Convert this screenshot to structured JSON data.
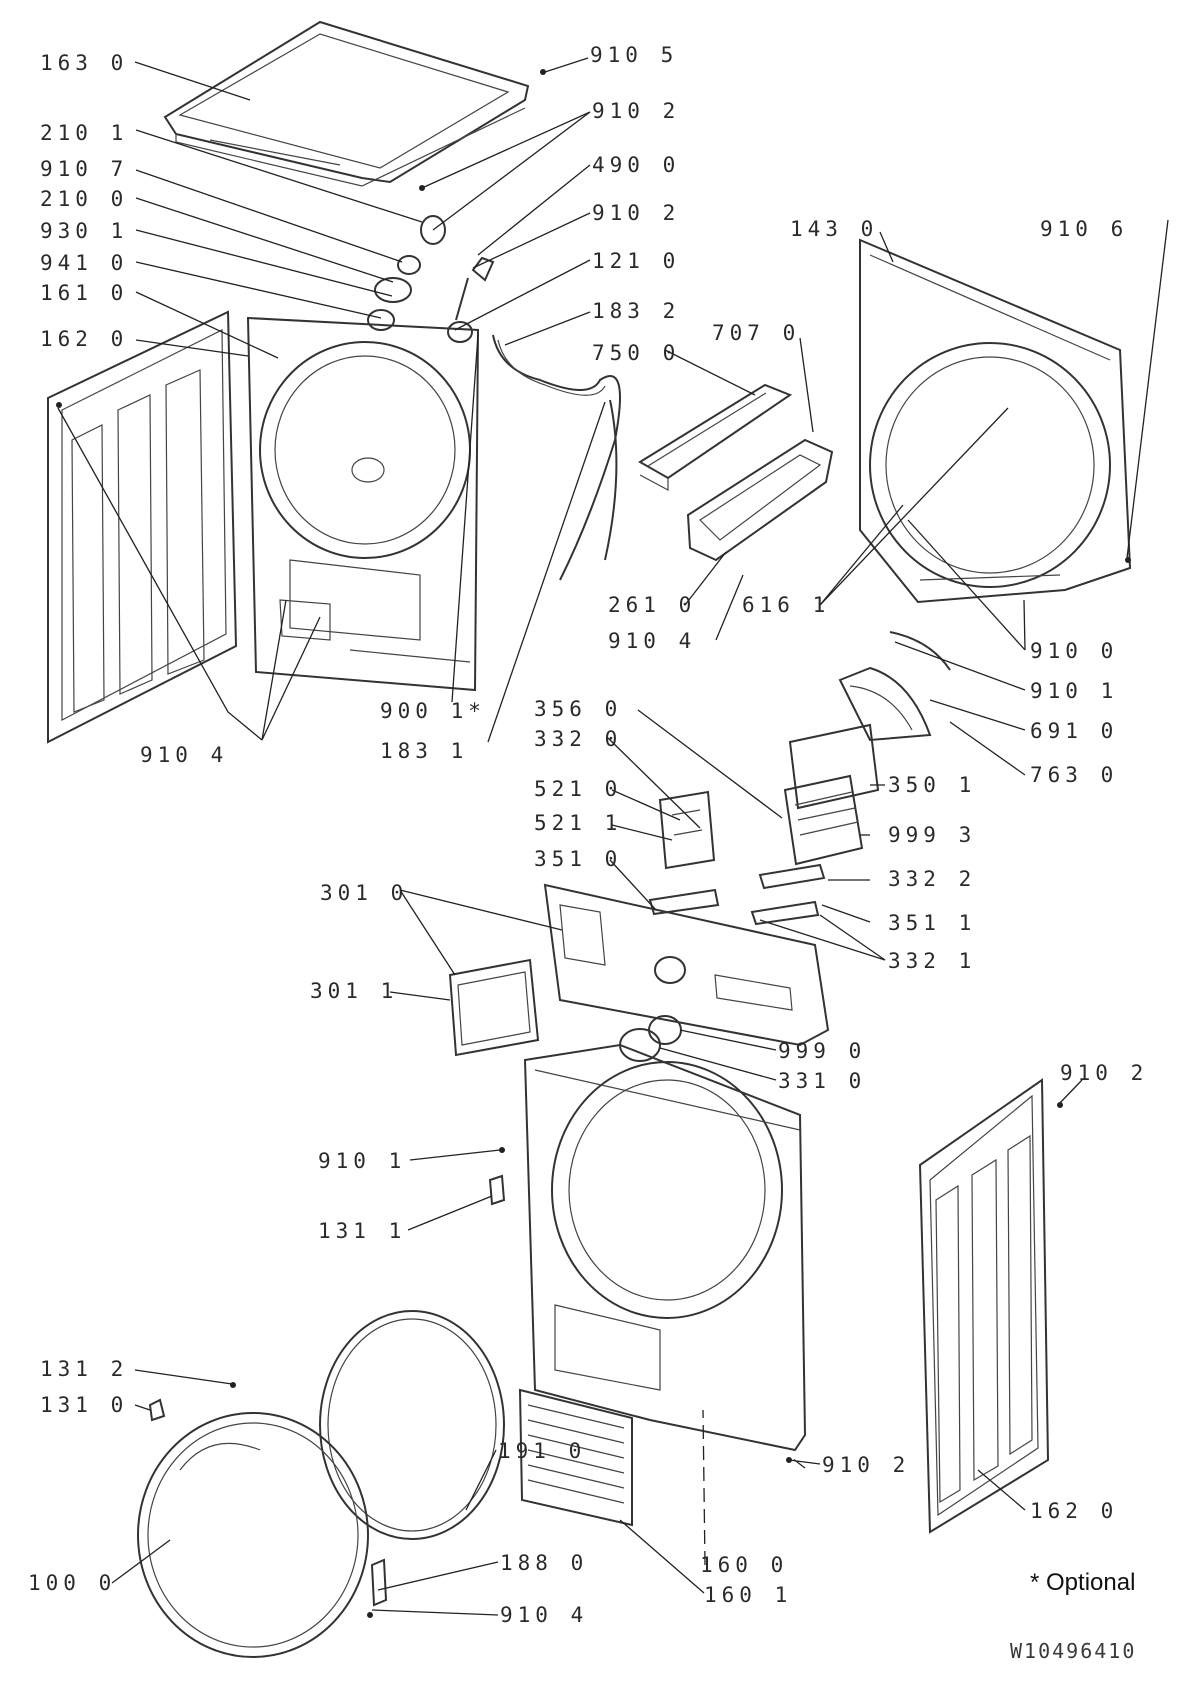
{
  "footnote": "* Optional",
  "drawing_code": "W10496410",
  "labels": [
    {
      "id": "l1",
      "text": "163 0"
    },
    {
      "id": "l2",
      "text": "910 5"
    },
    {
      "id": "l3",
      "text": "910 2"
    },
    {
      "id": "l4",
      "text": "210 1"
    },
    {
      "id": "l5",
      "text": "910 7"
    },
    {
      "id": "l6",
      "text": "490 0"
    },
    {
      "id": "l7",
      "text": "210 0"
    },
    {
      "id": "l8",
      "text": "910 2"
    },
    {
      "id": "l9",
      "text": "930 1"
    },
    {
      "id": "l10",
      "text": "121 0"
    },
    {
      "id": "l11",
      "text": "941 0"
    },
    {
      "id": "l12",
      "text": "161 0"
    },
    {
      "id": "l13",
      "text": "183 2"
    },
    {
      "id": "l14",
      "text": "162 0"
    },
    {
      "id": "l15",
      "text": "707 0"
    },
    {
      "id": "l16",
      "text": "750 0"
    },
    {
      "id": "l17",
      "text": "143 0"
    },
    {
      "id": "l18",
      "text": "910 6"
    },
    {
      "id": "l19",
      "text": "261 0"
    },
    {
      "id": "l20",
      "text": "616 1"
    },
    {
      "id": "l21",
      "text": "910 4"
    },
    {
      "id": "l22",
      "text": "910 0"
    },
    {
      "id": "l23",
      "text": "910 1"
    },
    {
      "id": "l24",
      "text": "900 1*"
    },
    {
      "id": "l25",
      "text": "691 0"
    },
    {
      "id": "l26",
      "text": "910 4"
    },
    {
      "id": "l27",
      "text": "183 1"
    },
    {
      "id": "l28",
      "text": "763 0"
    },
    {
      "id": "l29",
      "text": "356 0"
    },
    {
      "id": "l30",
      "text": "332 0"
    },
    {
      "id": "l31",
      "text": "350 1"
    },
    {
      "id": "l32",
      "text": "521 0"
    },
    {
      "id": "l33",
      "text": "521 1"
    },
    {
      "id": "l34",
      "text": "999 3"
    },
    {
      "id": "l35",
      "text": "351 0"
    },
    {
      "id": "l36",
      "text": "332 2"
    },
    {
      "id": "l37",
      "text": "301 0"
    },
    {
      "id": "l38",
      "text": "351 1"
    },
    {
      "id": "l39",
      "text": "301 1"
    },
    {
      "id": "l40",
      "text": "332 1"
    },
    {
      "id": "l41",
      "text": "999 0"
    },
    {
      "id": "l42",
      "text": "331 0"
    },
    {
      "id": "l43",
      "text": "910 2"
    },
    {
      "id": "l44",
      "text": "910 1"
    },
    {
      "id": "l45",
      "text": "131 1"
    },
    {
      "id": "l46",
      "text": "131 2"
    },
    {
      "id": "l47",
      "text": "131 0"
    },
    {
      "id": "l48",
      "text": "191 0"
    },
    {
      "id": "l49",
      "text": "160 0"
    },
    {
      "id": "l50",
      "text": "910 2"
    },
    {
      "id": "l51",
      "text": "162 0"
    },
    {
      "id": "l52",
      "text": "100 0"
    },
    {
      "id": "l53",
      "text": "188 0"
    },
    {
      "id": "l54",
      "text": "160 1"
    },
    {
      "id": "l55",
      "text": "910 4"
    }
  ]
}
